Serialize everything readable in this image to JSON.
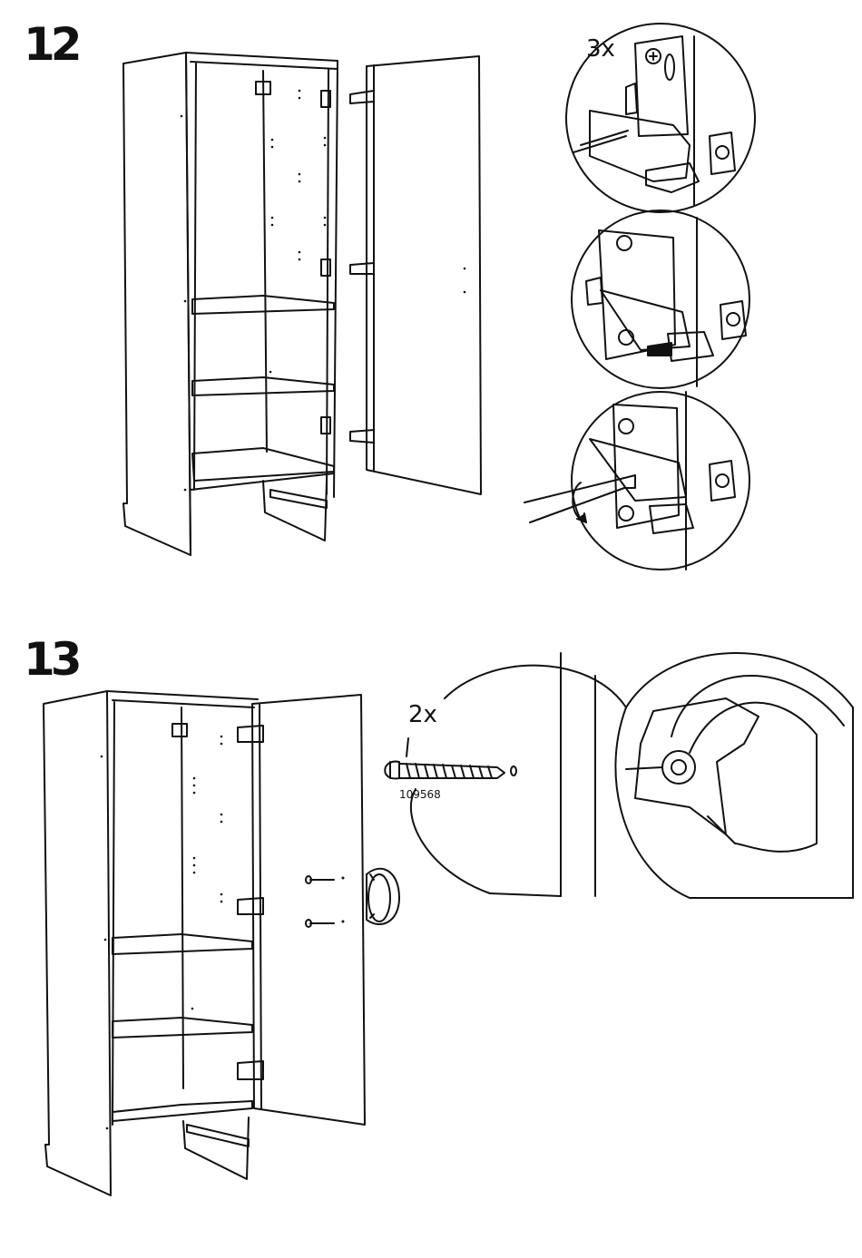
{
  "steps": [
    {
      "number": "12",
      "quantity": "3x"
    },
    {
      "number": "13",
      "quantity": "2x",
      "part_number": "109568"
    }
  ]
}
